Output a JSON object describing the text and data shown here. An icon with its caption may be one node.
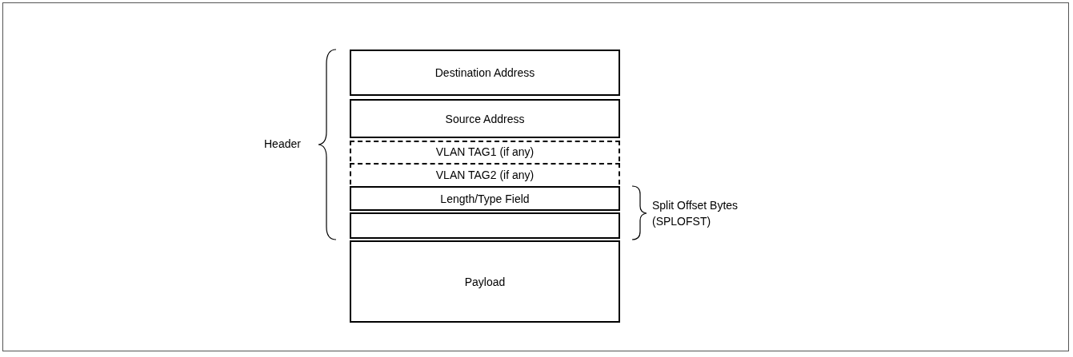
{
  "diagram": {
    "nodes": [
      {
        "text": [
          "Destination Address"
        ]
      },
      {
        "text": [
          "Source Address"
        ]
      },
      {
        "text": [
          "VLAN TAG1 (if any)"
        ]
      },
      {
        "text": [
          "VLAN TAG2 (if any)"
        ]
      },
      {
        "text": [
          "Length/Type Field"
        ]
      },
      {
        "text": [],
        "shape": "box"
      },
      {
        "text": [
          "Payload"
        ]
      }
    ],
    "labels": [
      "Header",
      "Split Offset Bytes (SPLOFST)"
    ]
  }
}
